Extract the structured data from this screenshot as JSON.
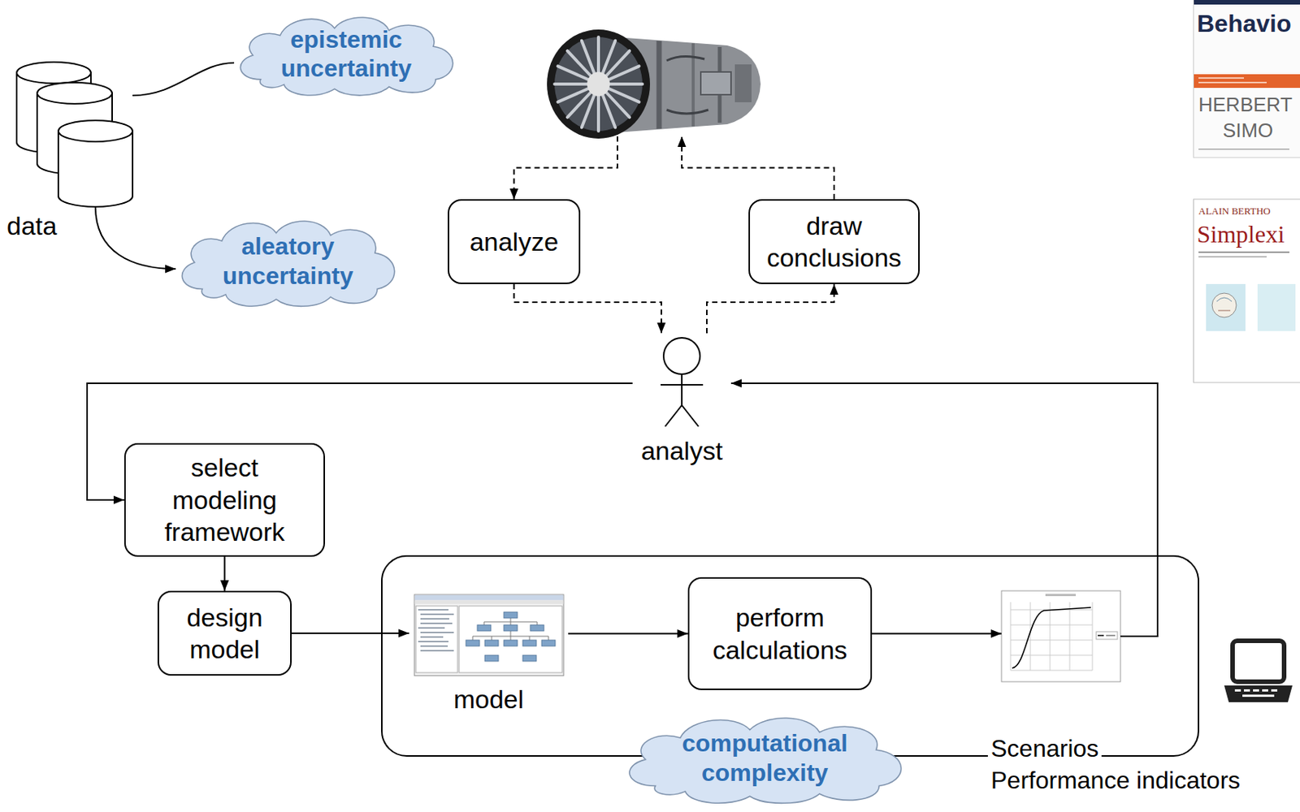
{
  "diagram": {
    "nodes": [
      {
        "text": [
          "data"
        ]
      },
      {
        "text": [
          "epistemic uncertainty"
        ]
      },
      {
        "text": []
      },
      {
        "text": [
          "aleatory uncertainty"
        ]
      },
      {
        "text": [
          "analyze"
        ]
      },
      {
        "text": [
          "draw conclusions"
        ]
      },
      {
        "text": [
          "analyst"
        ]
      },
      {
        "text": [
          "select modeling framework"
        ]
      },
      {
        "text": [
          "design model"
        ]
      },
      {
        "text": [
          "Scenarios",
          "Performance indicators"
        ]
      },
      {
        "text": [
          "model"
        ],
        "in": 9
      },
      {
        "text": [
          "perform calculations"
        ],
        "in": 9
      },
      {
        "text": [],
        "in": 9
      },
      {
        "text": [
          "computational complexity"
        ]
      }
    ],
    "edges": [
      {
        "from": 0,
        "to": 1,
        "arrow": "none"
      },
      {
        "from": 0,
        "to": 3,
        "arrow": "to"
      },
      {
        "from": 2,
        "to": 4,
        "arrow": "to"
      },
      {
        "from": 4,
        "to": 6,
        "arrow": "to"
      },
      {
        "from": 6,
        "to": 5,
        "arrow": "to"
      },
      {
        "from": 5,
        "to": 2,
        "arrow": "to"
      },
      {
        "from": 6,
        "to": 7,
        "arrow": "to"
      },
      {
        "from": 7,
        "to": 8,
        "arrow": "to"
      },
      {
        "from": 8,
        "to": 10,
        "arrow": "to"
      },
      {
        "from": 10,
        "to": 11,
        "arrow": "to"
      },
      {
        "from": 11,
        "to": 12,
        "arrow": "to"
      },
      {
        "from": 12,
        "to": 6,
        "arrow": "to"
      }
    ],
    "labels": [
      "Behavio",
      "HERBERT",
      "SIMO",
      "ALAIN BERTHO",
      "Simplexi"
    ]
  }
}
